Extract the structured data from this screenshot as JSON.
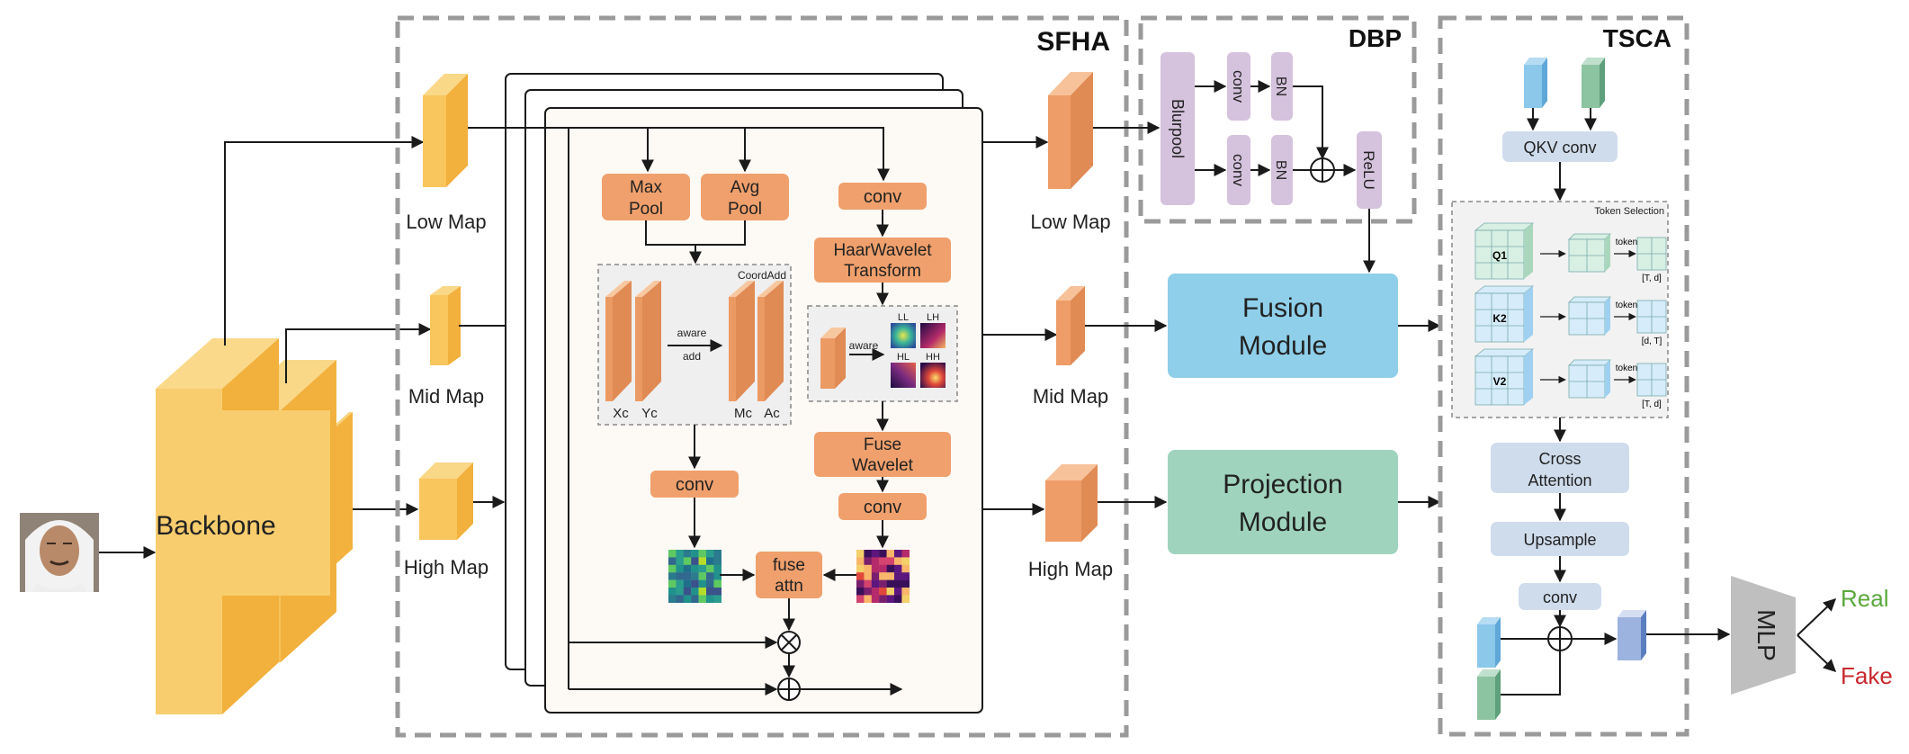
{
  "input": {
    "image_name": "face-photo"
  },
  "backbone": {
    "label": "Backbone"
  },
  "maps_left": {
    "low": "Low Map",
    "mid": "Mid Map",
    "high": "High Map"
  },
  "maps_right": {
    "low": "Low Map",
    "mid": "Mid Map",
    "high": "High Map"
  },
  "sfha": {
    "title": "SFHA",
    "max_pool_1": "Max",
    "max_pool_2": "Pool",
    "avg_pool_1": "Avg",
    "avg_pool_2": "Pool",
    "conv_top": "conv",
    "haar_1": "HaarWavelet",
    "haar_2": "Transform",
    "coordadd": "CoordAdd",
    "aware": "aware",
    "add": "add",
    "xc": "Xc",
    "yc": "Yc",
    "mc": "Mc",
    "ac": "Ac",
    "wave_aware": "aware",
    "ll": "LL",
    "lh": "LH",
    "hl": "HL",
    "hh": "HH",
    "fuse_wave_1": "Fuse",
    "fuse_wave_2": "Wavelet",
    "conv_left": "conv",
    "conv_right": "conv",
    "fuse_attn_1": "fuse",
    "fuse_attn_2": "attn"
  },
  "dbp": {
    "title": "DBP",
    "blurpool": "Blurpool",
    "conv1": "conv",
    "conv2": "conv",
    "bn1": "BN",
    "bn2": "BN",
    "relu": "ReLU"
  },
  "fusion": {
    "line1": "Fusion",
    "line2": "Module"
  },
  "projection": {
    "line1": "Projection",
    "line2": "Module"
  },
  "tsca": {
    "title": "TSCA",
    "qkv": "QKV conv",
    "token_selection": "Token Selection",
    "q": "Q1",
    "k": "K2",
    "v": "V2",
    "token": "token",
    "shape_q": "[T, d]",
    "shape_k": "[d, T]",
    "shape_v": "[T, d]",
    "cross_1": "Cross",
    "cross_2": "Attention",
    "upsample": "Upsample",
    "conv": "conv"
  },
  "mlp": {
    "label": "MLP"
  },
  "outputs": {
    "real": "Real",
    "fake": "Fake"
  },
  "colors": {
    "yellow": "#f6c14d",
    "orange": "#f0a06c",
    "purple": "#d5c2dd",
    "fusion": "#8fcfea",
    "projection": "#9fd3be",
    "tsca_block": "#cfdcec",
    "real": "#5aa83c",
    "fake": "#c8282e",
    "mlp": "#bfbfbf"
  }
}
